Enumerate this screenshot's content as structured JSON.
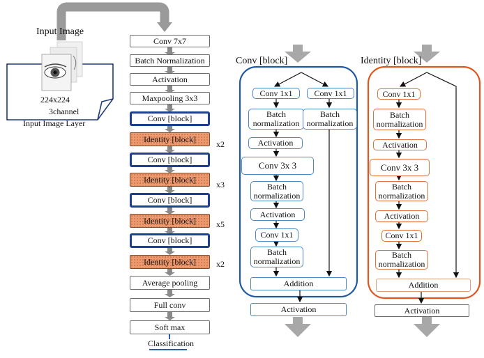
{
  "input": {
    "title": "Input Image",
    "size": "224x224",
    "channels": "3channel",
    "layer_label": "Input Image Layer"
  },
  "main_column": {
    "layers": [
      "Conv 7x7",
      "Batch Normalization",
      "Activation",
      "Maxpooling 3x3",
      "Conv [block]",
      "Identity [block]",
      "Conv [block]",
      "Identity [block]",
      "Conv [block]",
      "Identity [block]",
      "Conv [block]",
      "Identity [block]",
      "Average pooling",
      "Full conv",
      "Soft max",
      "Classification"
    ],
    "repeats": [
      "x2",
      "x3",
      "x5",
      "x2"
    ]
  },
  "conv_block": {
    "title": "Conv [block]",
    "left_path": [
      "Conv 1x1",
      "Batch normalization",
      "Activation",
      "Conv 3x 3",
      "Batch normalization",
      "Activation",
      "Conv 1x1",
      "Batch normalization"
    ],
    "shortcut_path": [
      "Conv 1x1",
      "Batch normalization"
    ],
    "merge": "Addition",
    "output": "Activation"
  },
  "identity_block": {
    "title": "Identity [block]",
    "left_path": [
      "Conv 1x1",
      "Batch normalization",
      "Activation",
      "Conv 3x 3",
      "Batch normalization",
      "Activation",
      "Conv 1x1",
      "Batch normalization"
    ],
    "merge": "Addition",
    "output": "Activation"
  },
  "colors": {
    "conv_block": "#1f3f8f",
    "conv_block_border": "#1f5aa0",
    "conv_sub_box": "#4f86c6",
    "identity_fill": "#ef9a6e",
    "identity_border": "#e0571e",
    "gray_arrow": "#9a9a9a"
  }
}
